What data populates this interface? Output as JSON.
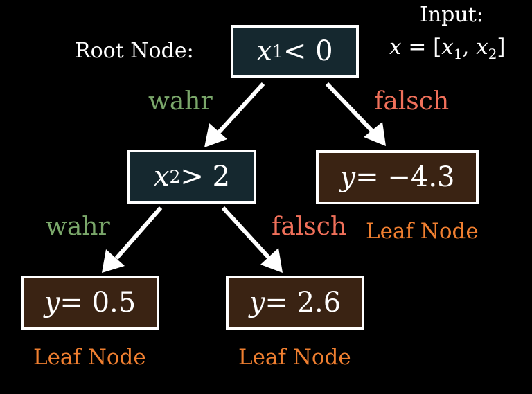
{
  "colors": {
    "background": "#000000",
    "decision_fill": "#15282f",
    "leaf_fill": "#3a2313",
    "true_label": "#7aa76a",
    "false_label": "#f0705a",
    "leaf_label": "#f07f30",
    "border": "#ffffff"
  },
  "input": {
    "title": "Input:",
    "var": "x",
    "eq": " = [",
    "x1": "x",
    "sub1": "1",
    "comma": ", ",
    "x2": "x",
    "sub2": "2",
    "close": "]"
  },
  "root": {
    "label": "Root Node:",
    "var": "x",
    "sub": "1",
    "op": " < 0"
  },
  "node2": {
    "var": "x",
    "sub": "2",
    "op": " > 2"
  },
  "leaf_right": {
    "var": "y",
    "expr": " = −4.3",
    "caption": "Leaf Node"
  },
  "leaf_ll": {
    "var": "y",
    "expr": " = 0.5",
    "caption": "Leaf Node"
  },
  "leaf_lr": {
    "var": "y",
    "expr": " = 2.6",
    "caption": "Leaf Node"
  },
  "edges": {
    "root_true": "wahr",
    "root_false": "falsch",
    "n2_true": "wahr",
    "n2_false": "falsch"
  }
}
